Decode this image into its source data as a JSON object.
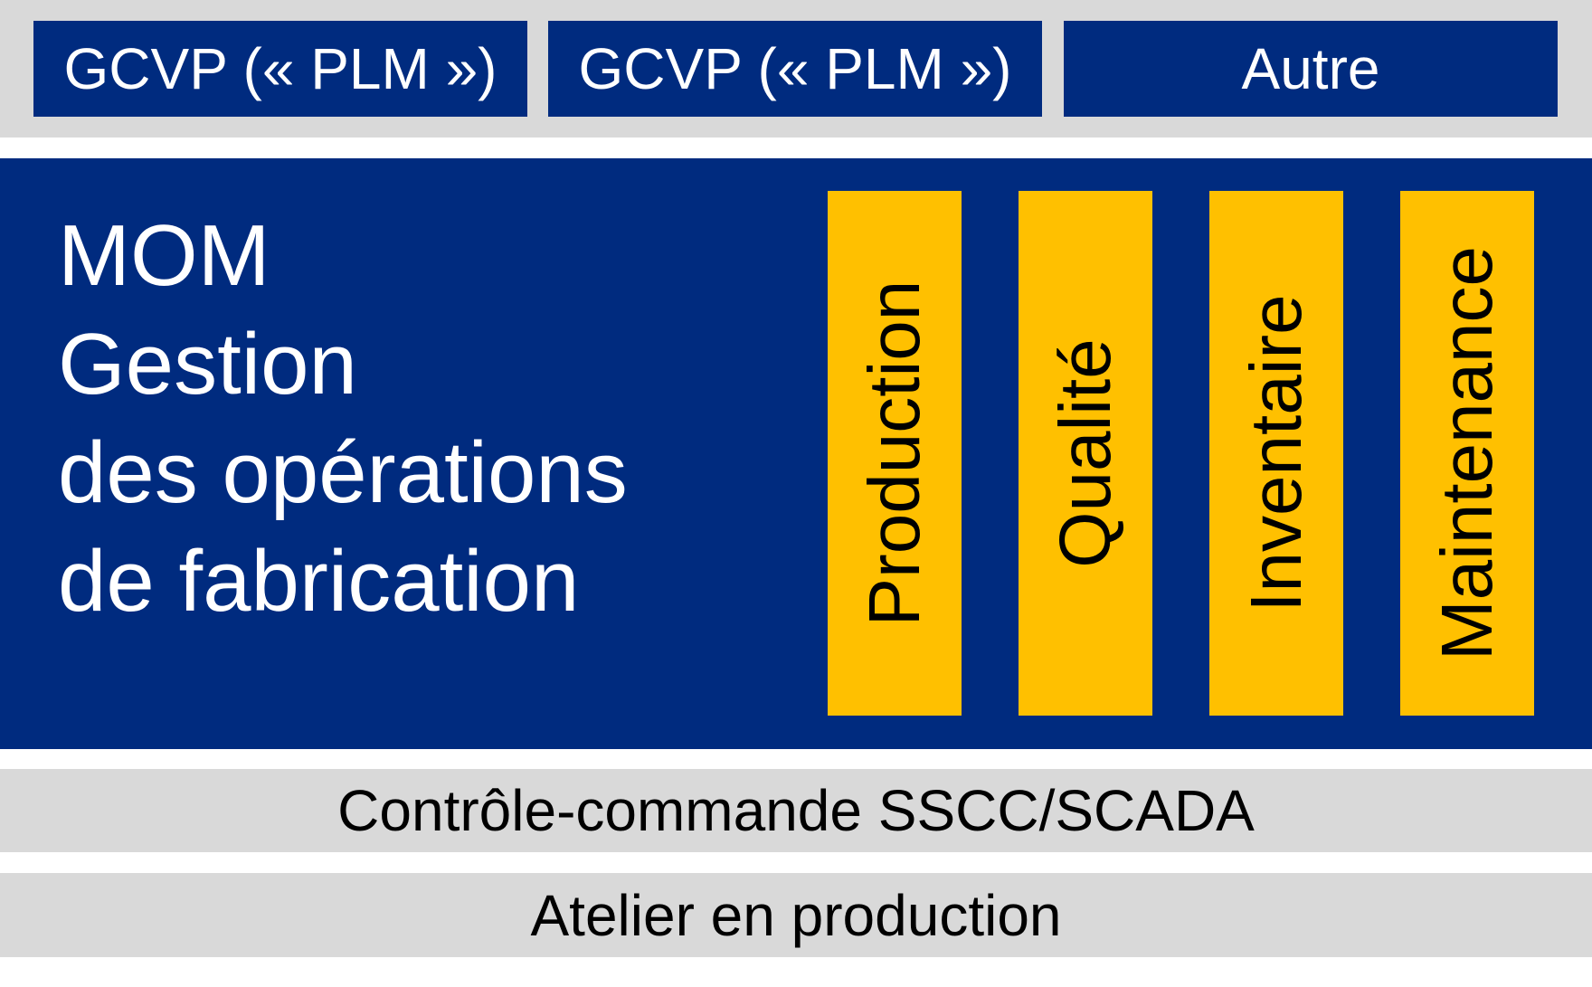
{
  "top_row": {
    "boxes": [
      "GCVP (« PLM »)",
      "GCVP (« PLM »)",
      "Autre"
    ]
  },
  "mom": {
    "title_lines": [
      "MOM",
      "Gestion",
      "des opérations",
      "de fabrication"
    ],
    "pillars": [
      "Production",
      "Qualité",
      "Inventaire",
      "Maintenance"
    ]
  },
  "control_layer": {
    "label": "Contrôle-commande SSCC/SCADA"
  },
  "shop_floor": {
    "label": "Atelier en production"
  },
  "colors": {
    "dark_blue": "#002b7f",
    "gold": "#ffc000",
    "light_gray": "#d9d9d9"
  }
}
